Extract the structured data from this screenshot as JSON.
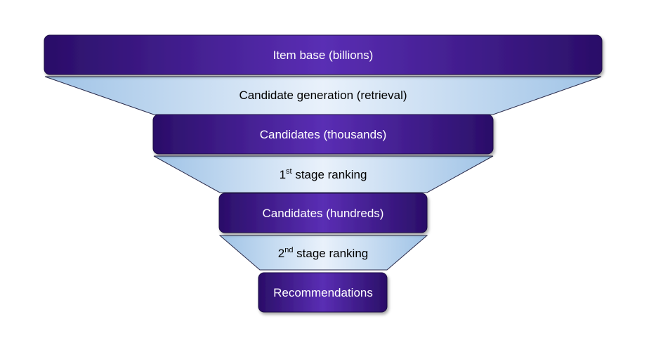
{
  "colors": {
    "box_center": "#5a2eb4",
    "box_edge": "#2a0e68",
    "trap_center": "#e9f1fb",
    "trap_edge": "#9fc3e6"
  },
  "stages": {
    "item_base": "Item base (billions)",
    "candidate_generation": "Candidate generation (retrieval)",
    "candidates_thousands": "Candidates (thousands)",
    "first_stage": {
      "number": "1",
      "suffix": "st",
      "text": " stage ranking"
    },
    "candidates_hundreds": "Candidates (hundreds)",
    "second_stage": {
      "number": "2",
      "suffix": "nd",
      "text": " stage ranking"
    },
    "recommendations": "Recommendations"
  }
}
